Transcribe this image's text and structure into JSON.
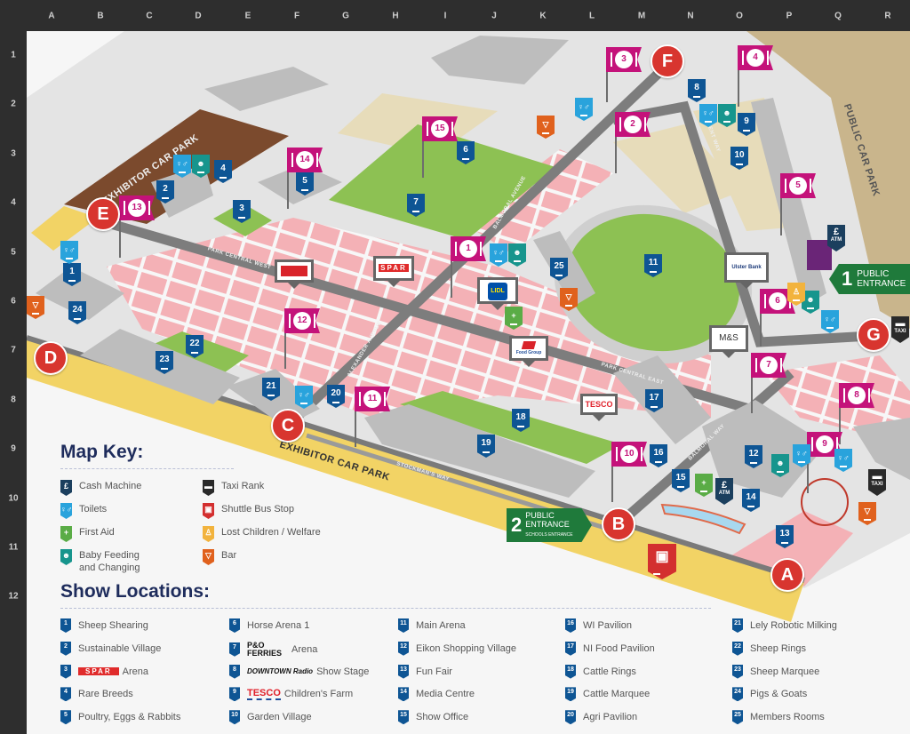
{
  "grid": {
    "columns": [
      "A",
      "B",
      "C",
      "D",
      "E",
      "F",
      "G",
      "H",
      "I",
      "J",
      "K",
      "L",
      "M",
      "N",
      "O",
      "P",
      "Q",
      "R"
    ],
    "rows": [
      "1",
      "2",
      "3",
      "4",
      "5",
      "6",
      "7",
      "8",
      "9",
      "10",
      "11",
      "12"
    ]
  },
  "map": {
    "gates": [
      "A",
      "B",
      "C",
      "D",
      "E",
      "F",
      "G"
    ],
    "food_flags": [
      "1",
      "2",
      "3",
      "4",
      "5",
      "6",
      "7",
      "8",
      "9",
      "10",
      "11",
      "12",
      "13",
      "14",
      "15"
    ],
    "location_markers": [
      "1",
      "2",
      "3",
      "4",
      "5",
      "6",
      "7",
      "8",
      "9",
      "10",
      "11",
      "12",
      "13",
      "14",
      "15",
      "16",
      "17",
      "18",
      "19",
      "20",
      "21",
      "22",
      "23",
      "24",
      "25"
    ],
    "area_labels": {
      "exhibitor_car_park_north": "EXHIBITOR CAR PARK",
      "exhibitor_car_park_south": "EXHIBITOR CAR PARK",
      "public_car_park": "PUBLIC CAR PARK"
    },
    "streets": {
      "park_central_west": "PARK CENTRAL WEST",
      "park_central_east": "PARK CENTRAL EAST",
      "alexander_avenue": "ALEXANDER AVENUE",
      "balmoral_avenue": "BALMORAL AVENUE",
      "nugent_way": "NUGENT WAY",
      "balmoral_way": "BALMORAL WAY",
      "stockmans_way": "STOCKMAN'S WAY"
    },
    "entrance_1": {
      "number": "1",
      "line1": "PUBLIC",
      "line2": "ENTRANCE"
    },
    "entrance_2": {
      "number": "2",
      "line1": "PUBLIC",
      "line2": "ENTRANCE",
      "line3": "SCHOOLS ENTRANCE"
    },
    "brand_signs": {
      "spar": "SPAR",
      "lidl": "LIDL",
      "food_group": "Food Group",
      "tesco": "TESCO",
      "ulster_bank": "Ulster Bank",
      "mands": "M&S"
    },
    "amenity_icons": {
      "atm_small": "ATM",
      "taxi_small": "TAXI"
    }
  },
  "map_key": {
    "title": "Map Key:",
    "items": [
      {
        "icon": "cash-machine-icon",
        "label": "Cash Machine",
        "color": "#1b3f5e",
        "glyph": "£"
      },
      {
        "icon": "toilets-icon",
        "label": "Toilets",
        "color": "#29a3dc",
        "glyph": "♀♂"
      },
      {
        "icon": "first-aid-icon",
        "label": "First Aid",
        "color": "#5aac46",
        "glyph": "+"
      },
      {
        "icon": "baby-feeding-icon",
        "label": "Baby Feeding and Changing",
        "color": "#17958d",
        "glyph": "☻"
      },
      {
        "icon": "taxi-rank-icon",
        "label": "Taxi Rank",
        "color": "#2a2a2a",
        "glyph": "▬"
      },
      {
        "icon": "shuttle-bus-icon",
        "label": "Shuttle Bus Stop",
        "color": "#d32f2f",
        "glyph": "▣"
      },
      {
        "icon": "lost-children-icon",
        "label": "Lost Children / Welfare",
        "color": "#f2b33d",
        "glyph": "♙"
      },
      {
        "icon": "bar-icon",
        "label": "Bar",
        "color": "#e0611d",
        "glyph": "▽"
      }
    ]
  },
  "show_locations": {
    "title": "Show Locations:",
    "items": [
      {
        "n": "1",
        "label": "Sheep Shearing"
      },
      {
        "n": "2",
        "label": "Sustainable Village"
      },
      {
        "n": "3",
        "brand": "SPAR",
        "label": "Arena"
      },
      {
        "n": "4",
        "label": "Rare Breeds"
      },
      {
        "n": "5",
        "label": "Poultry, Eggs & Rabbits"
      },
      {
        "n": "6",
        "label": "Horse Arena 1"
      },
      {
        "n": "7",
        "brand": "P&O FERRIES",
        "label": "Arena"
      },
      {
        "n": "8",
        "brand": "DOWNTOWN Radio",
        "label": "Show Stage"
      },
      {
        "n": "9",
        "brand": "TESCO",
        "label": "Children's Farm"
      },
      {
        "n": "10",
        "label": "Garden Village"
      },
      {
        "n": "11",
        "label": "Main Arena"
      },
      {
        "n": "12",
        "label": "Eikon Shopping Village"
      },
      {
        "n": "13",
        "label": "Fun Fair"
      },
      {
        "n": "14",
        "label": "Media Centre"
      },
      {
        "n": "15",
        "label": "Show Office"
      },
      {
        "n": "16",
        "label": "WI Pavilion"
      },
      {
        "n": "17",
        "label": "NI Food Pavilion"
      },
      {
        "n": "18",
        "label": "Cattle Rings"
      },
      {
        "n": "19",
        "label": "Cattle Marquee"
      },
      {
        "n": "20",
        "label": "Agri Pavilion"
      },
      {
        "n": "21",
        "label": "Lely Robotic Milking"
      },
      {
        "n": "22",
        "label": "Sheep Rings"
      },
      {
        "n": "23",
        "label": "Sheep Marquee"
      },
      {
        "n": "24",
        "label": "Pigs & Goats"
      },
      {
        "n": "25",
        "label": "Members Rooms"
      }
    ]
  },
  "colors": {
    "location_marker": "#0e5594",
    "food_flag": "#c4127a",
    "gate": "#d8352f",
    "entrance": "#1f7a3b",
    "heading": "#1e2c5c"
  }
}
